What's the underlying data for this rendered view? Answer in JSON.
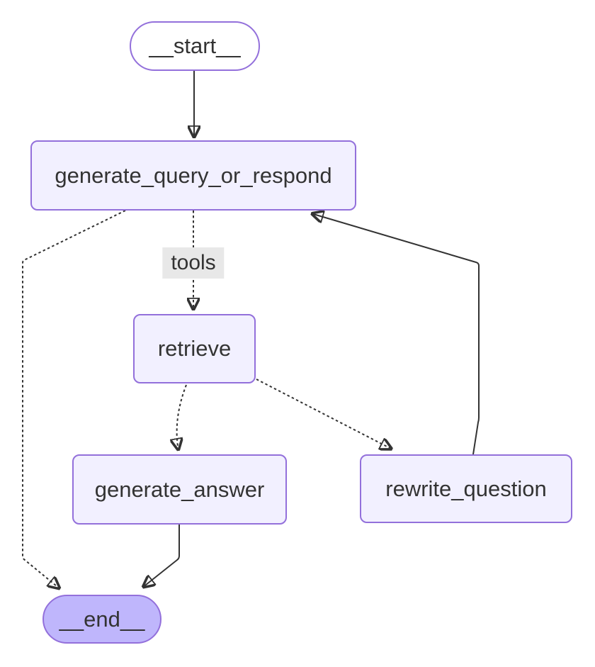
{
  "diagram_type": "flowchart",
  "colors": {
    "background": "#ffffff",
    "node_fill": "#f2f0ff",
    "node_border": "#9370db",
    "start_fill": "#ffffff",
    "end_fill": "#bfb6fc",
    "edge_color": "#333333",
    "text_color": "#333333",
    "edge_label_bg": "#e8e8e8"
  },
  "nodes": {
    "start": {
      "label": "__start__",
      "shape": "stadium"
    },
    "generate_query_or_respond": {
      "label": "generate_query_or_respond",
      "shape": "rect"
    },
    "retrieve": {
      "label": "retrieve",
      "shape": "rect"
    },
    "generate_answer": {
      "label": "generate_answer",
      "shape": "rect"
    },
    "rewrite_question": {
      "label": "rewrite_question",
      "shape": "rect"
    },
    "end": {
      "label": "__end__",
      "shape": "stadium"
    }
  },
  "edges": [
    {
      "from": "__start__",
      "to": "generate_query_or_respond",
      "style": "solid",
      "label": ""
    },
    {
      "from": "generate_query_or_respond",
      "to": "retrieve",
      "style": "dotted",
      "label": "tools"
    },
    {
      "from": "generate_query_or_respond",
      "to": "__end__",
      "style": "dotted",
      "label": ""
    },
    {
      "from": "retrieve",
      "to": "generate_answer",
      "style": "dotted",
      "label": ""
    },
    {
      "from": "retrieve",
      "to": "rewrite_question",
      "style": "dotted",
      "label": ""
    },
    {
      "from": "rewrite_question",
      "to": "generate_query_or_respond",
      "style": "solid",
      "label": ""
    },
    {
      "from": "generate_answer",
      "to": "__end__",
      "style": "solid",
      "label": ""
    }
  ]
}
